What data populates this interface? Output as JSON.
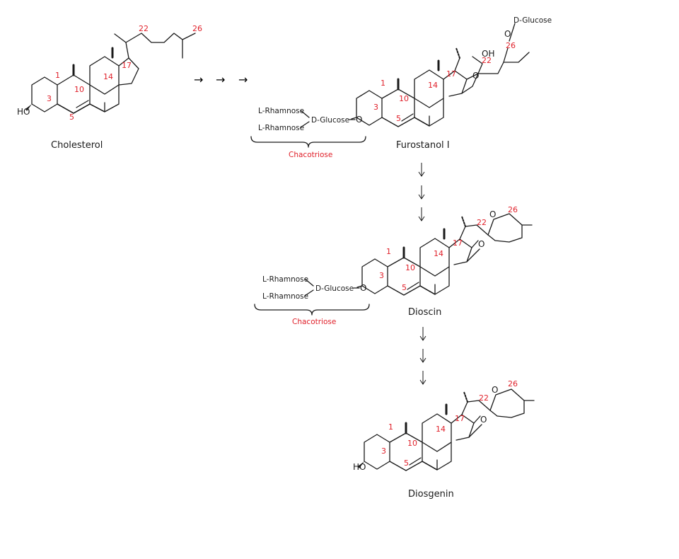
{
  "compounds": {
    "cholesterol": "Cholesterol",
    "furostanol": "Furostanol I",
    "dioscin": "Dioscin",
    "diosgenin": "Diosgenin"
  },
  "atoms": {
    "ho": "HO",
    "o": "O",
    "oh": "OH"
  },
  "sugars": {
    "rhamnose": "L-Rhamnose",
    "glucose": "D-Glucose",
    "chacotriose": "Chacotriose",
    "glucose_top": "D-Glucose"
  },
  "numbers": {
    "c1": "1",
    "c3": "3",
    "c5": "5",
    "c10": "10",
    "c14": "14",
    "c17": "17",
    "c22": "22",
    "c26": "26"
  },
  "colors": {
    "numbering": "#e0202a",
    "bonds": "#1a1a1a"
  },
  "arrow_glyph": "→"
}
